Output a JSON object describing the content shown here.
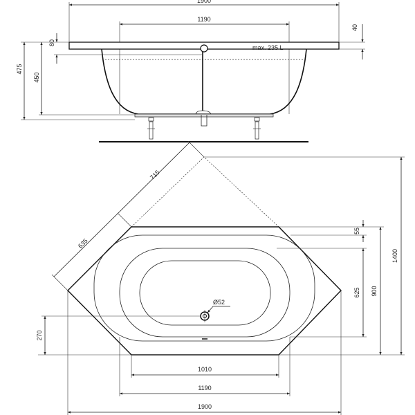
{
  "side_view": {
    "overall_length": "1900",
    "inner_length": "1190",
    "rim_thickness": "40",
    "water_level_offset": "80",
    "capacity": "max. 235 L",
    "total_height": "475",
    "inner_depth": "450"
  },
  "plan_view": {
    "corner_side_a": "715",
    "corner_side_b": "635",
    "drain_diameter": "Ø52",
    "drain_offset": "270",
    "rim_inset": "55",
    "inner_width": "625",
    "front_depth": "900",
    "overall_depth": "1400",
    "front_edge": "1010",
    "inner_length": "1190",
    "overall_length": "1900"
  }
}
